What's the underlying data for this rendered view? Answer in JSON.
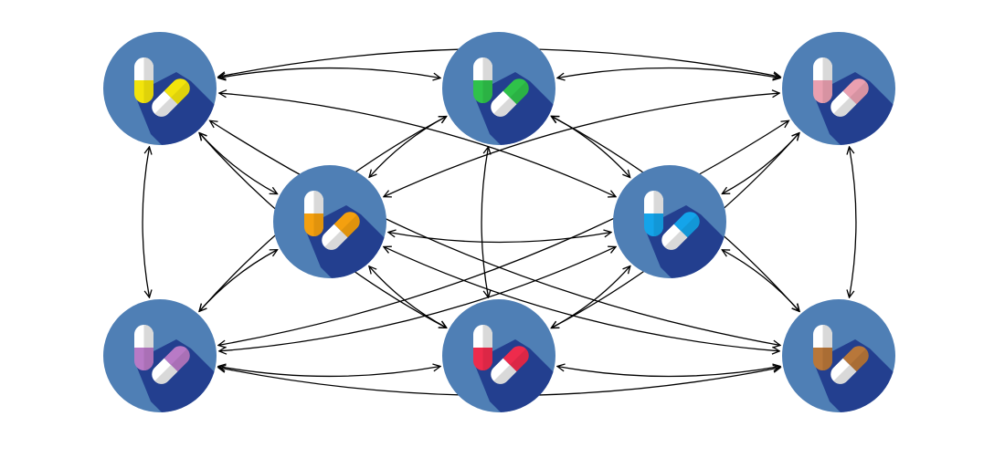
{
  "diagram": {
    "type": "complete-graph",
    "edge_style": "bidirectional-arrow",
    "circle_color": "#4f7fb5",
    "shadow_color": "#233f8f",
    "nodes": [
      {
        "id": "pill-yellow",
        "color": "#f2e40c"
      },
      {
        "id": "pill-green",
        "color": "#2fc24a"
      },
      {
        "id": "pill-pink",
        "color": "#eaa0b0"
      },
      {
        "id": "pill-orange",
        "color": "#f4a00f"
      },
      {
        "id": "pill-blue",
        "color": "#14a4ea"
      },
      {
        "id": "pill-purple",
        "color": "#b87ac6"
      },
      {
        "id": "pill-red",
        "color": "#ee2b4c"
      },
      {
        "id": "pill-brown",
        "color": "#b8773a"
      }
    ]
  }
}
